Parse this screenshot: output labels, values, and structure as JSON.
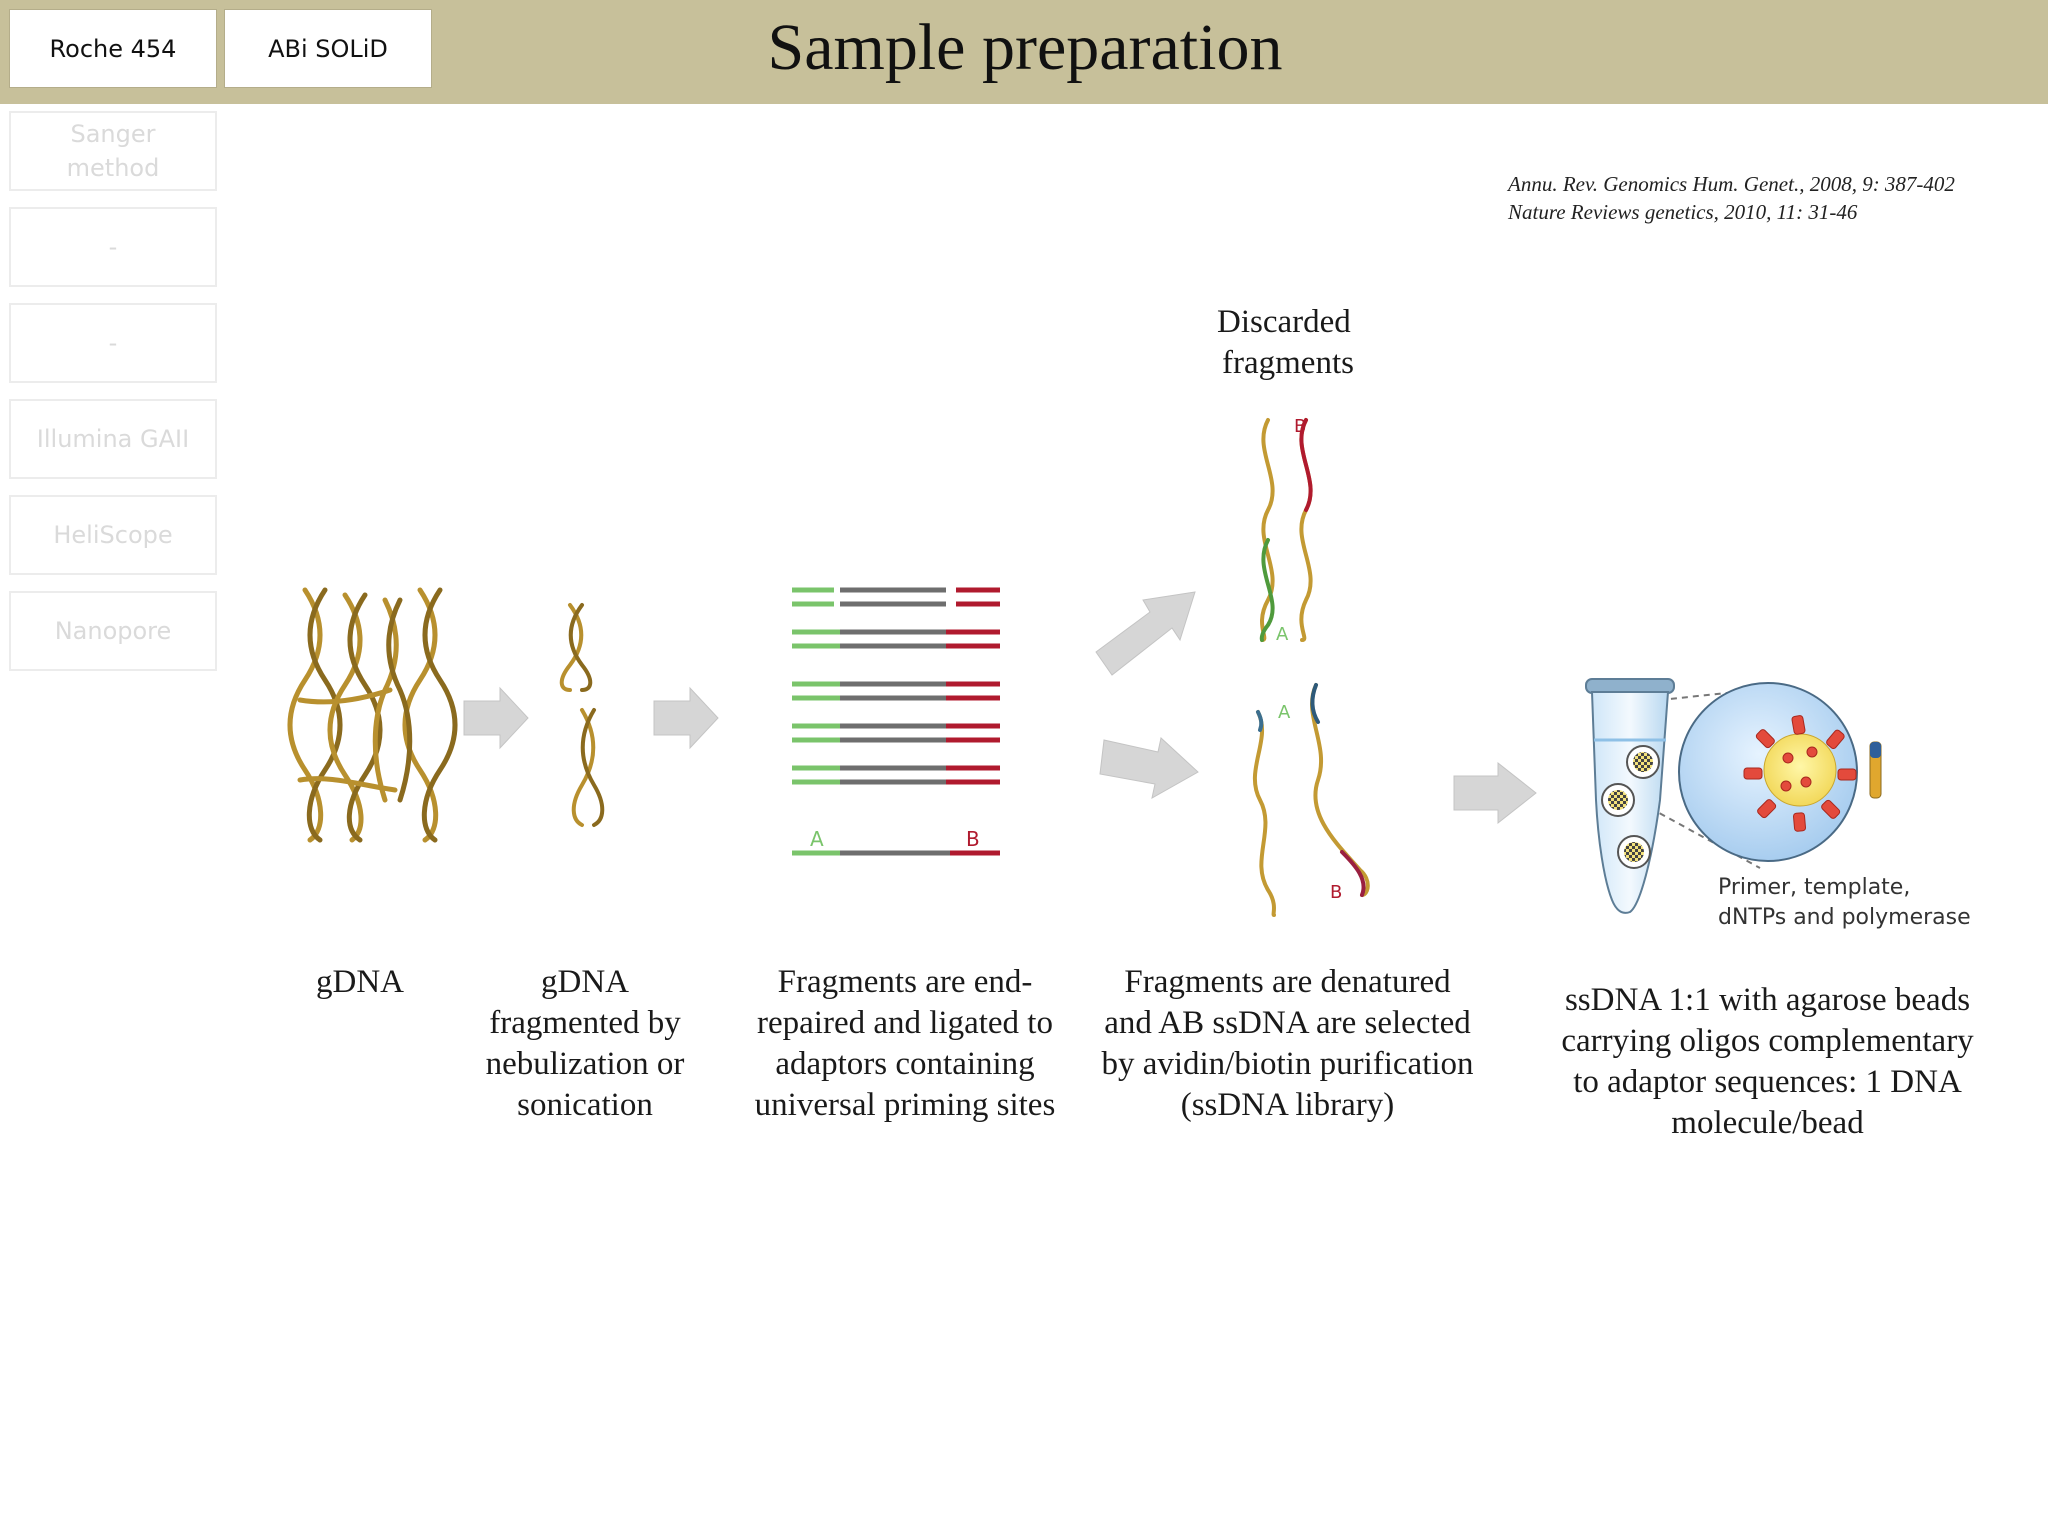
{
  "header": {
    "title": "Sample preparation",
    "tabs": [
      "Roche 454",
      "ABi SOLiD"
    ]
  },
  "sidebar": {
    "items": [
      "Sanger\nmethod",
      "-",
      "-",
      "Illumina GAII",
      "HeliScope",
      "Nanopore"
    ]
  },
  "references": [
    "Annu. Rev. Genomics Hum. Genet., 2008, 9: 387-402",
    "Nature Reviews genetics, 2010, 11: 31-46"
  ],
  "diagram": {
    "discarded_label": "Discarded\nfragments",
    "adaptor_a": "A",
    "adaptor_b": "B",
    "tube_label": "Primer, template,\ndNTPs and polymerase"
  },
  "captions": [
    "gDNA",
    "gDNA\nfragmented by\nnebulization or\nsonication",
    "Fragments are end-\nrepaired and ligated to\nadaptors containing\nuniversal priming sites",
    "Fragments are denatured\nand AB ssDNA are selected\nby avidin/biotin purification\n(ssDNA library)",
    "ssDNA 1:1 with agarose beads\ncarrying oligos complementary\nto adaptor sequences: 1 DNA\nmolecule/bead"
  ],
  "colors": {
    "header_bg": "#c7c09a",
    "adaptor_a": "#7ac46b",
    "adaptor_b": "#b01a2e",
    "insert": "#6e6e6e",
    "dna_gold": "#b8902e",
    "arrow": "#d6d6d6"
  }
}
